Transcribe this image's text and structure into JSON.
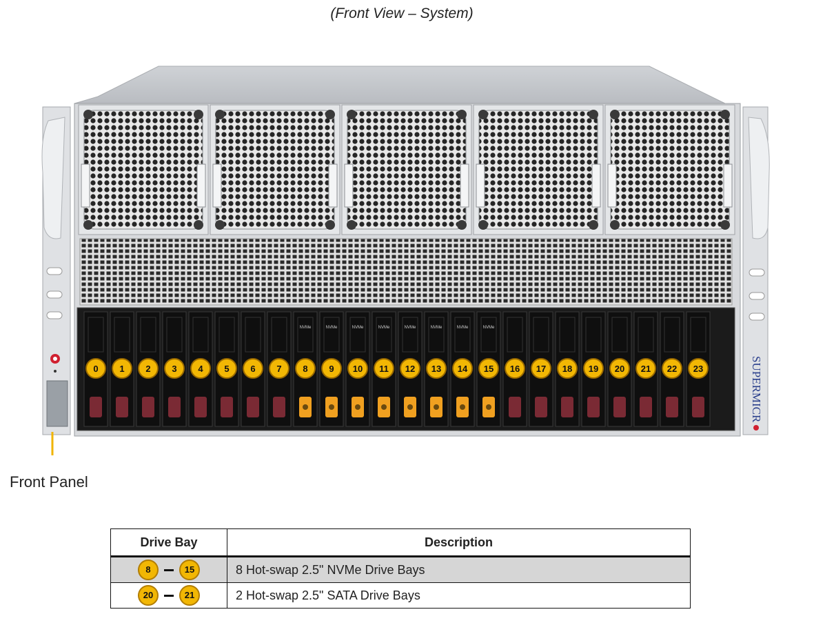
{
  "caption": "(Front View – System)",
  "front_panel_label": "Front Panel",
  "brand_text": "SUPERMICR",
  "bays": {
    "labels": [
      "0",
      "1",
      "2",
      "3",
      "4",
      "5",
      "6",
      "7",
      "8",
      "9",
      "10",
      "11",
      "12",
      "13",
      "14",
      "15",
      "16",
      "17",
      "18",
      "19",
      "20",
      "21",
      "22",
      "23"
    ],
    "nvme_range": [
      8,
      15
    ],
    "nvme_tag": "NVMe"
  },
  "table": {
    "headers": {
      "bay": "Drive Bay",
      "description": "Description"
    },
    "rows": [
      {
        "from": "8",
        "to": "15",
        "description": "8 Hot-swap 2.5\" NVMe Drive Bays"
      },
      {
        "from": "20",
        "to": "21",
        "description": "2 Hot-swap 2.5\" SATA Drive Bays"
      }
    ]
  },
  "colors": {
    "badge": "#f2b704",
    "nvme_latch": "#f0a020",
    "sata_latch": "#7a2a34",
    "callout": "#f0b400"
  }
}
